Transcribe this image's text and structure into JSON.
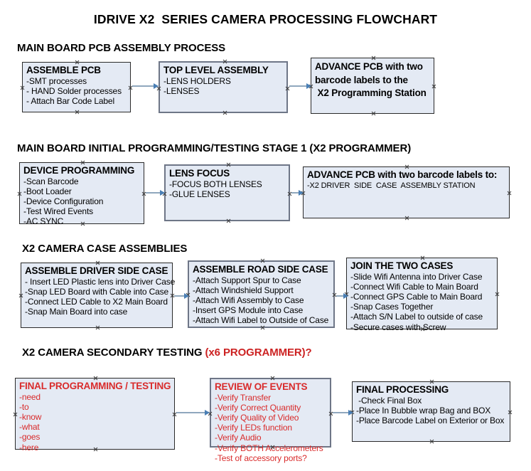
{
  "document": {
    "title": "IDRIVE X2  SERIES CAMERA PROCESSING FLOWCHART"
  },
  "colors": {
    "box_fill": "#e4eaf4",
    "box_border": "#2a2a2a",
    "box_border_alt": "#6e7687",
    "arrow_shaft": "#8fa7bd",
    "arrow_head": "#4a7fb5",
    "accent_red": "#d92b2b",
    "text": "#000000",
    "background": "#ffffff"
  },
  "sections": [
    {
      "id": "main-board-pcb-assembly",
      "heading": "MAIN BOARD PCB ASSEMBLY PROCESS",
      "heading_accent": "",
      "nodes": [
        {
          "id": "assemble-pcb",
          "title": "ASSEMBLE PCB",
          "lines": [
            "-SMT processes",
            "- HAND Solder processes",
            "- Attach Bar Code Label"
          ]
        },
        {
          "id": "top-level-assembly",
          "title": "TOP LEVEL ASSEMBLY",
          "lines": [
            "-LENS HOLDERS",
            "-LENSES"
          ]
        },
        {
          "id": "advance-pcb-to-x2-programming-station",
          "title": "ADVANCE PCB with two\nbarcode labels to the\n X2 Programming Station",
          "lines": []
        }
      ]
    },
    {
      "id": "main-board-initial-programming",
      "heading": "MAIN BOARD INITIAL PROGRAMMING/TESTING STAGE 1 (X2 PROGRAMMER)",
      "heading_accent": "",
      "nodes": [
        {
          "id": "device-programming",
          "title": "DEVICE PROGRAMMING",
          "lines": [
            "-Scan Barcode",
            "-Boot Loader",
            "-Device Configuration",
            "-Test Wired Events",
            "-AC SYNC"
          ]
        },
        {
          "id": "lens-focus",
          "title": "LENS FOCUS",
          "lines": [
            "-FOCUS BOTH LENSES",
            "-GLUE LENSES"
          ]
        },
        {
          "id": "advance-pcb-to-driver-side-case-station",
          "title": "ADVANCE PCB with two barcode labels to:",
          "lines": [
            "-X2 DRIVER  SIDE  CASE  ASSEMBLY STATION"
          ]
        }
      ]
    },
    {
      "id": "x2-camera-case-assemblies",
      "heading": "X2 CAMERA CASE ASSEMBLIES",
      "heading_accent": "",
      "nodes": [
        {
          "id": "assemble-driver-side-case",
          "title": "ASSEMBLE DRIVER SIDE CASE",
          "lines": [
            "- Insert LED Plastic lens into Driver Case",
            "-Snap LED Board with Cable into Case",
            "-Connect LED Cable to X2 Main Board",
            "-Snap Main Board into case"
          ]
        },
        {
          "id": "assemble-road-side-case",
          "title": "ASSEMBLE ROAD SIDE CASE",
          "lines": [
            "-Attach Support Spur to Case",
            "-Attach Windshield Support",
            "-Attach Wifi Assembly to Case",
            "-Insert GPS Module into Case",
            "-Attach Wifi Label to Outside of Case"
          ]
        },
        {
          "id": "join-the-two-cases",
          "title": "JOIN THE TWO CASES",
          "lines": [
            "-Slide Wifi Antenna into Driver Case",
            "-Connect Wifi Cable to Main Board",
            "-Connect GPS Cable to Main Board",
            "-Snap Cases Together",
            "-Attach S/N Label to outside of case",
            "-Secure cases with Screw"
          ]
        }
      ]
    },
    {
      "id": "x2-camera-secondary-testing",
      "heading": "X2 CAMERA SECONDARY TESTING ",
      "heading_accent": "(x6 PROGRAMMER)?",
      "nodes": [
        {
          "id": "final-programming-testing",
          "title": "FINAL PROGRAMMING / TESTING",
          "lines": [
            "-need",
            "-to",
            "-know",
            "-what",
            "-goes",
            "-here"
          ]
        },
        {
          "id": "review-of-events",
          "title": "REVIEW OF EVENTS",
          "lines": [
            "-Verify Transfer",
            "-Verify Correct Quantity",
            "-Verify Quality of Video",
            "-Verify LEDs function",
            "-Verify Audio",
            "-Verify BOTH Accelerometers",
            "-Test of accessory ports?"
          ]
        },
        {
          "id": "final-processing",
          "title": "FINAL PROCESSING",
          "lines": [
            " -Check Final Box",
            "-Place In Bubble wrap Bag and BOX",
            "-Place Barcode Label on Exterior or Box"
          ]
        }
      ]
    }
  ],
  "connectors": [
    {
      "id": "arrow-assemble-pcb-to-top-level",
      "from": "assemble-pcb",
      "to": "top-level-assembly"
    },
    {
      "id": "arrow-top-level-to-advance-pcb",
      "from": "top-level-assembly",
      "to": "advance-pcb-to-x2-programming-station"
    },
    {
      "id": "arrow-device-programming-to-lens-focus",
      "from": "device-programming",
      "to": "lens-focus"
    },
    {
      "id": "arrow-lens-focus-to-advance-pcb",
      "from": "lens-focus",
      "to": "advance-pcb-to-driver-side-case-station"
    },
    {
      "id": "arrow-driver-case-to-road-case",
      "from": "assemble-driver-side-case",
      "to": "assemble-road-side-case"
    },
    {
      "id": "arrow-road-case-to-join-cases",
      "from": "assemble-road-side-case",
      "to": "join-the-two-cases"
    },
    {
      "id": "arrow-final-programming-to-review",
      "from": "final-programming-testing",
      "to": "review-of-events"
    },
    {
      "id": "arrow-review-to-final-processing",
      "from": "review-of-events",
      "to": "final-processing"
    }
  ]
}
